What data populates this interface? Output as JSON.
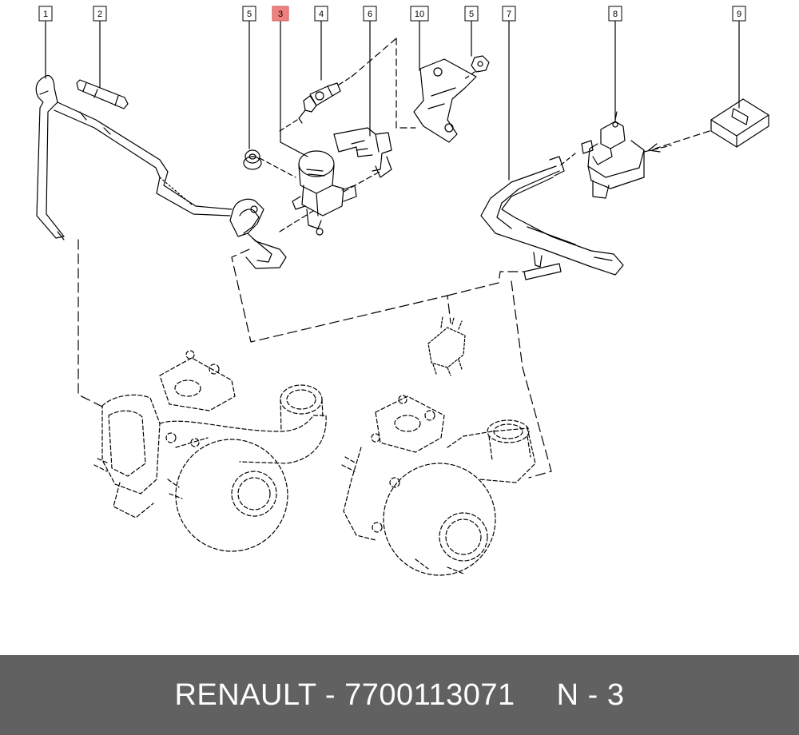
{
  "callouts": [
    "1",
    "2",
    "5",
    "3",
    "4",
    "6",
    "10",
    "5",
    "7",
    "8",
    "9"
  ],
  "highlighted_callout": "3",
  "colors": {
    "highlight": "#f08080",
    "footer_bg": "#616161",
    "footer_text": "#ffffff",
    "line": "#000000"
  },
  "footer": {
    "brand_part": "RENAULT - 7700113071",
    "ref": "N - 3"
  }
}
